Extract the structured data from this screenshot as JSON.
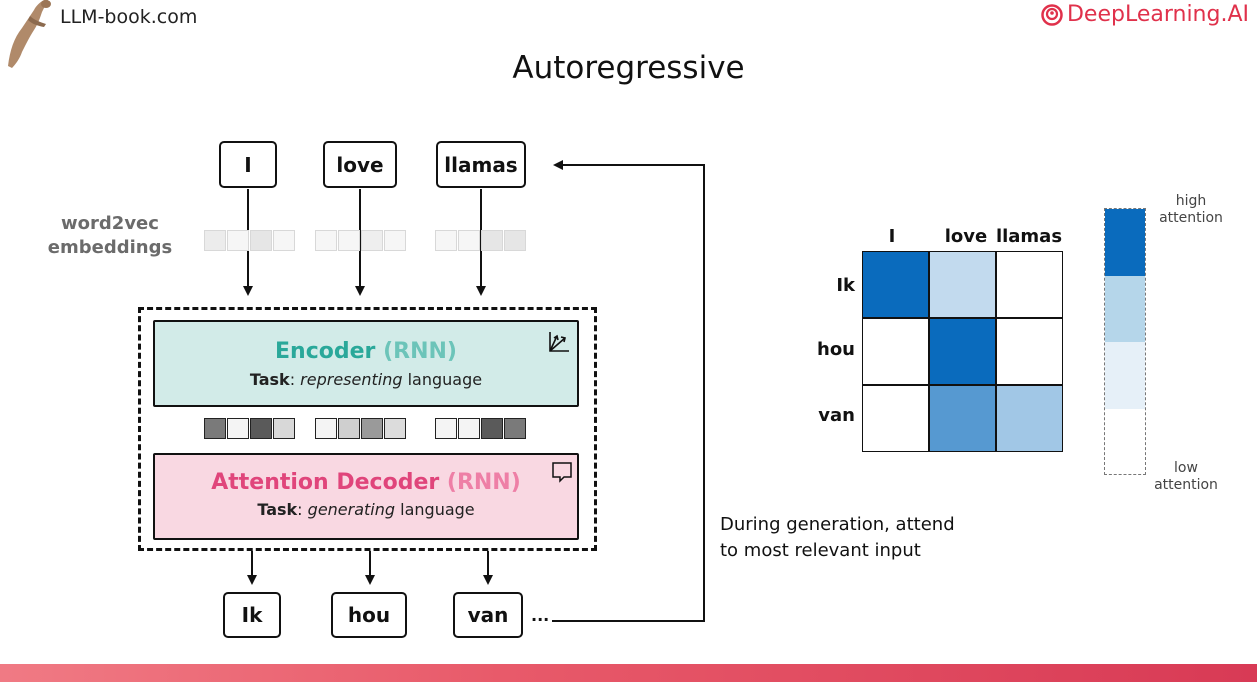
{
  "header": {
    "left_brand": "LLM-book.com",
    "right_brand": "DeepLearning.AI",
    "right_brand_color": "#e0314b"
  },
  "title": "Autoregressive",
  "inputs": [
    "I",
    "love",
    "llamas"
  ],
  "embedding_label_line1": "word2vec",
  "embedding_label_line2": "embeddings",
  "encoder": {
    "name": "Encoder",
    "suffix": "(RNN)",
    "task_bold": "Task",
    "task_italic": "representing",
    "task_rest": "language",
    "name_color": "#2aa89a",
    "suffix_color": "#6cc4b9"
  },
  "decoder": {
    "name": "Attention Decoder",
    "suffix": "(RNN)",
    "task_bold": "Task",
    "task_italic": "generating",
    "task_rest": "language",
    "name_color": "#e0457b",
    "suffix_color": "#ee7fa6"
  },
  "outputs": [
    "Ik",
    "hou",
    "van"
  ],
  "ellipsis": "...",
  "caption_line1": "During generation, attend",
  "caption_line2": "to most relevant input",
  "attention": {
    "columns": [
      "I",
      "love",
      "llamas"
    ],
    "rows": [
      "Ik",
      "hou",
      "van"
    ],
    "weights": [
      [
        1.0,
        0.15,
        0.0
      ],
      [
        0.0,
        1.0,
        0.0
      ],
      [
        0.0,
        0.65,
        0.3
      ]
    ],
    "legend_high": "high attention",
    "legend_low": "low attention"
  }
}
